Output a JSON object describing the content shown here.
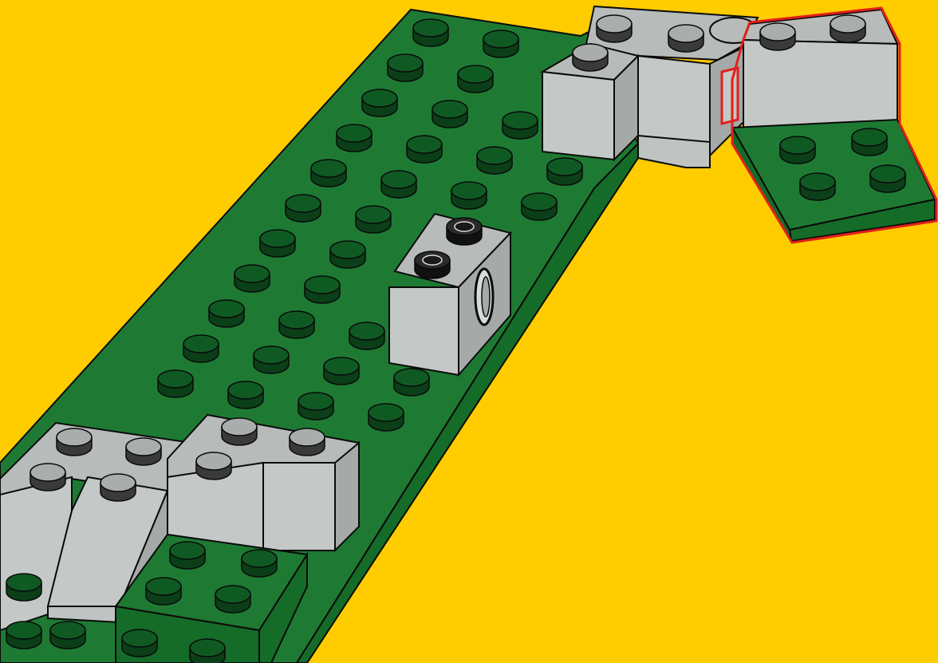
{
  "scene": {
    "kind": "instruction-step",
    "background_color": "#FFCC00",
    "colors": {
      "plate_green_top": "#1E7A33",
      "plate_green_side": "#156B28",
      "stud_green": "#0F5A23",
      "brick_gray_top": "#B7BBB9",
      "brick_gray_side": "#A5A9A7",
      "brick_gray_front": "#C4C8C6",
      "stud_gray": "#A9ADAB",
      "outline": "#0A0A0A",
      "highlight_new_part": "#E0201A"
    },
    "parts": [
      {
        "name": "long-green-plate",
        "color": "green",
        "type": "plate"
      },
      {
        "name": "technic-brick-1x2",
        "color": "gray",
        "type": "technic brick with hole"
      },
      {
        "name": "top-gray-bricks",
        "color": "gray",
        "type": "brick"
      },
      {
        "name": "new-part-assembly",
        "color": "gray+green",
        "type": "brick on plate",
        "highlighted": true
      },
      {
        "name": "bottom-left-assembly",
        "color": "gray",
        "type": "bricks and slope"
      },
      {
        "name": "lower-green-plate",
        "color": "green",
        "type": "plate 2x2"
      }
    ]
  }
}
